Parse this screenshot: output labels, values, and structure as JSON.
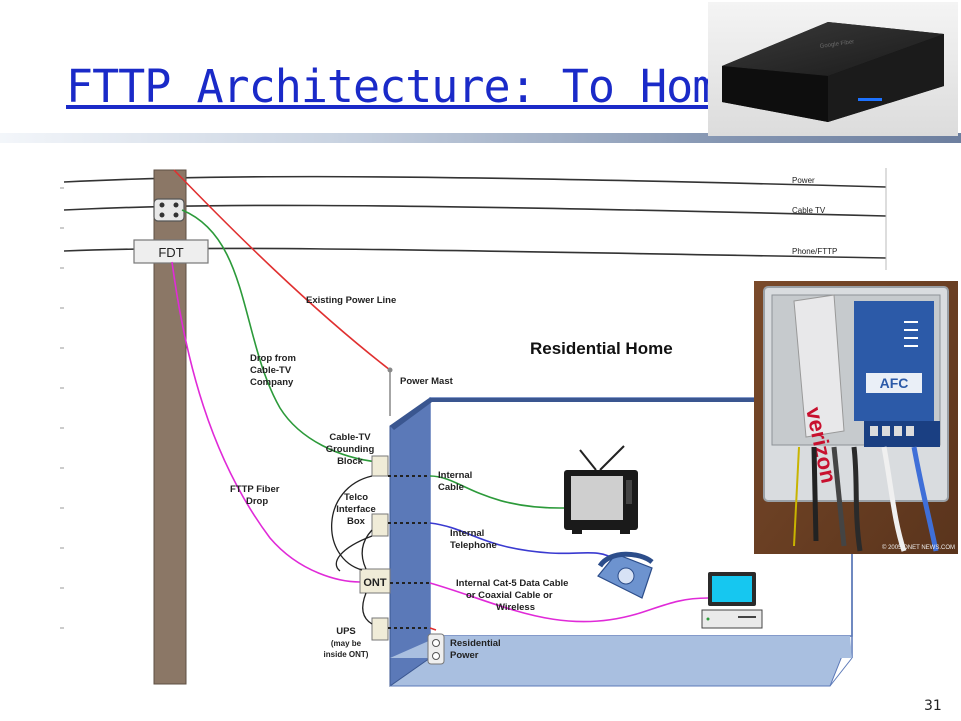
{
  "slide": {
    "title": "FTTP Architecture: To Home",
    "page_number": "31"
  },
  "diagram": {
    "lines": {
      "power": "Power",
      "cable_tv": "Cable TV",
      "phone_fttp": "Phone/FTTP"
    },
    "pole_labels": {
      "fdt": "FDT",
      "existing_power_line": "Existing Power Line",
      "drop_from": "Drop from",
      "cable_tv": "Cable-TV",
      "company": "Company",
      "fttp_fiber": "FTTP Fiber",
      "drop": "Drop",
      "power_mast": "Power Mast"
    },
    "home_title": "Residential Home",
    "devices": {
      "cabletv_block_1": "Cable-TV",
      "cabletv_block_2": "Grounding",
      "cabletv_block_3": "Block",
      "telco_1": "Telco",
      "telco_2": "Interface",
      "telco_3": "Box",
      "ont": "ONT",
      "ups_1": "UPS",
      "ups_2": "(may be",
      "ups_3": "inside ONT)"
    },
    "internal": {
      "cable_1": "Internal",
      "cable_2": "Cable",
      "telephone_1": "Internal",
      "telephone_2": "Telephone",
      "data_1": "Internal Cat-5 Data Cable",
      "data_2": "or Coaxial Cable or",
      "data_3": "Wireless",
      "power_1": "Residential",
      "power_2": "Power"
    },
    "colors": {
      "pole": "#8b7766",
      "power_line": "#e03030",
      "coax": "#2c9a3a",
      "fiber": "#e02ad8",
      "telephone": "#3a3ad0",
      "wall": "#5b79b8",
      "floor": "#a9bfe0"
    }
  },
  "photos": {
    "router_brand": "Google Fiber",
    "cabinet_brand": "verizon",
    "cabinet_logo": "AFC",
    "cabinet_caption": "© 2005 ONET NEWS.COM"
  }
}
